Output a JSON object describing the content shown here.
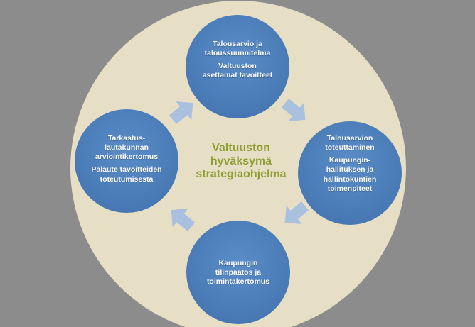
{
  "colors": {
    "background": "#8c8c8c",
    "outer_disc": "#e6dfc5",
    "node_fill": "#4f81bd",
    "arrow_fill": "#a9c1df",
    "center_text": "#8f9f33"
  },
  "center": {
    "lines": [
      "Valtuuston",
      "hyväksymä",
      "strategiaohjelma"
    ]
  },
  "nodes": {
    "top": {
      "title_lines": [
        "Talousarvio ja",
        "taloussuunnitelma"
      ],
      "detail_lines": [
        "Valtuuston",
        "asettamat tavoitteet"
      ]
    },
    "right": {
      "title_lines": [
        "Talousarvion",
        "toteuttaminen"
      ],
      "detail_lines": [
        "Kaupungin-",
        "hallituksen ja",
        "hallintokuntien",
        "toimenpiteet"
      ]
    },
    "bottom": {
      "title_lines": [
        "Kaupungin",
        "tilinpäätös ja",
        "toimintakertomus"
      ]
    },
    "left": {
      "title_lines": [
        "Tarkastus-",
        "lautakunnan",
        "arviointikertomus"
      ],
      "detail_lines": [
        "Palaute tavoitteiden",
        "toteutumisesta"
      ]
    }
  },
  "arrows": [
    "top-to-right",
    "right-to-bottom",
    "bottom-to-left",
    "left-to-top"
  ],
  "icons": [
    "cycle-arrow-icon"
  ]
}
